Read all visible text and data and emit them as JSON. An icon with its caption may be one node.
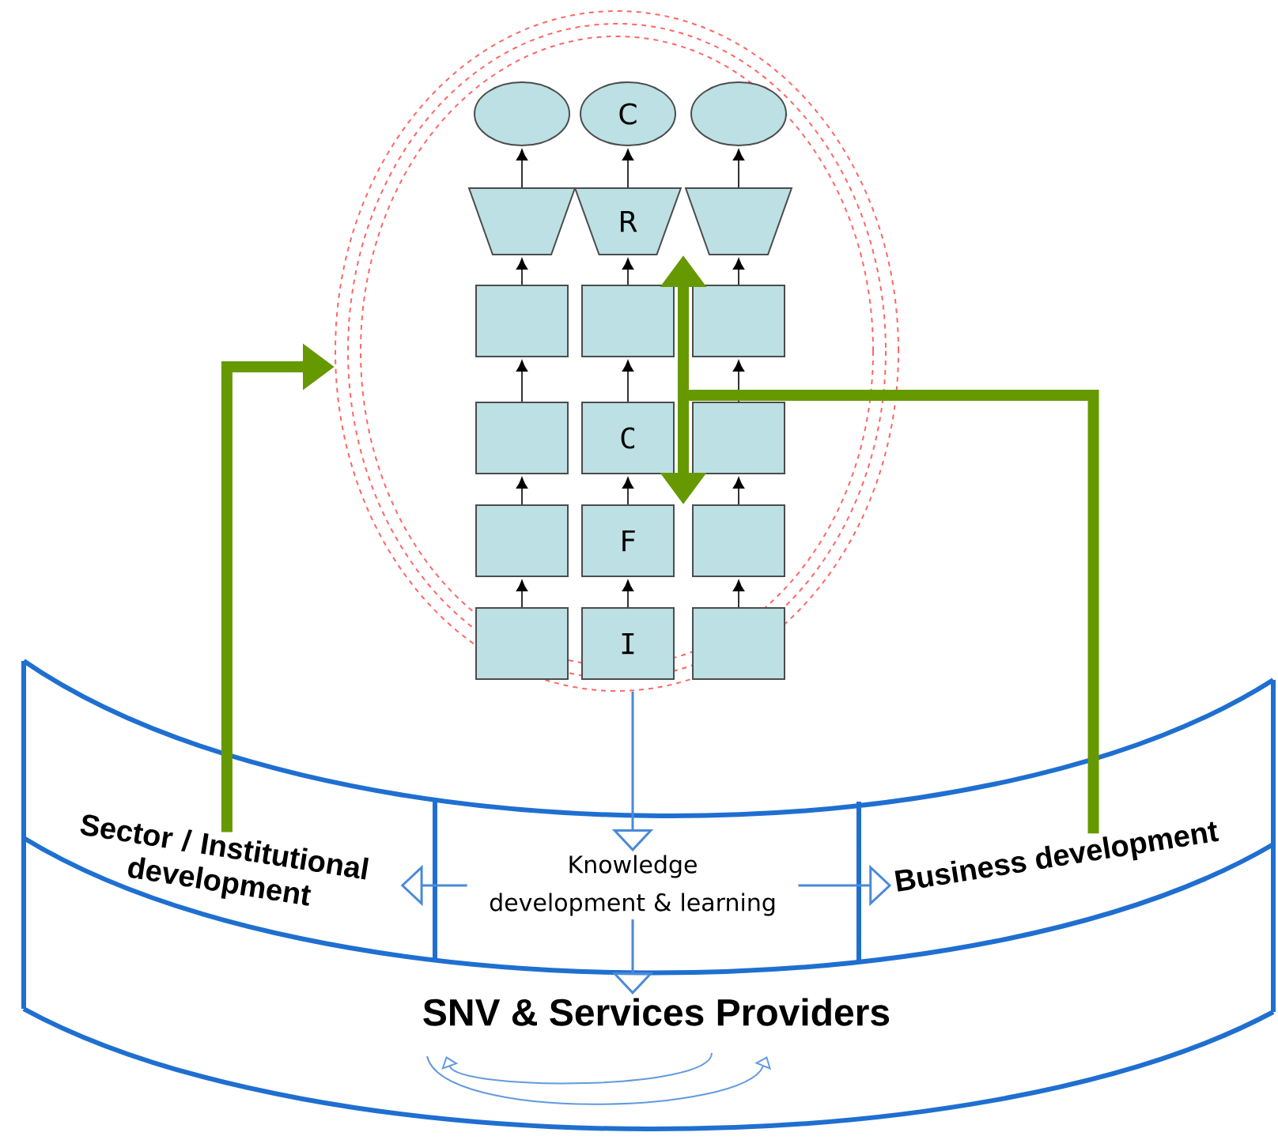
{
  "diagram": {
    "nodes": [
      {
        "text": [],
        "shape": "ellipse"
      },
      {
        "text": [],
        "shape": "ellipse",
        "in": 0
      },
      {
        "text": [
          "C"
        ],
        "in": 0
      },
      {
        "text": [],
        "shape": "ellipse",
        "in": 0
      },
      {
        "text": [],
        "shape": "trapezoid",
        "in": 0
      },
      {
        "text": [
          "R"
        ],
        "in": 0
      },
      {
        "text": [],
        "shape": "trapezoid",
        "in": 0
      },
      {
        "text": [],
        "shape": "box",
        "in": 0
      },
      {
        "text": [],
        "shape": "box",
        "in": 0
      },
      {
        "text": [],
        "shape": "box",
        "in": 0
      },
      {
        "text": [],
        "shape": "box",
        "in": 0
      },
      {
        "text": [
          "C"
        ],
        "in": 0
      },
      {
        "text": [],
        "shape": "box",
        "in": 0
      },
      {
        "text": [],
        "shape": "box",
        "in": 0
      },
      {
        "text": [
          "F"
        ],
        "in": 0
      },
      {
        "text": [],
        "shape": "box",
        "in": 0
      },
      {
        "text": [],
        "shape": "box",
        "in": 0
      },
      {
        "text": [
          "I"
        ],
        "in": 0
      },
      {
        "text": [],
        "shape": "box",
        "in": 0
      },
      {
        "text": [
          "Sector / Institutional development"
        ]
      },
      {
        "text": [
          "Knowledge development & learning"
        ]
      },
      {
        "text": [
          "Business development"
        ]
      },
      {
        "text": [
          "SNV & Services Providers"
        ]
      }
    ],
    "edges": [
      {
        "from": 4,
        "to": 1,
        "arrow": "to"
      },
      {
        "from": 5,
        "to": 2,
        "arrow": "to"
      },
      {
        "from": 6,
        "to": 3,
        "arrow": "to"
      },
      {
        "from": 7,
        "to": 4,
        "arrow": "to"
      },
      {
        "from": 8,
        "to": 5,
        "arrow": "to"
      },
      {
        "from": 9,
        "to": 6,
        "arrow": "to"
      },
      {
        "from": 10,
        "to": 7,
        "arrow": "to"
      },
      {
        "from": 11,
        "to": 8,
        "arrow": "to"
      },
      {
        "from": 12,
        "to": 9,
        "arrow": "to"
      },
      {
        "from": 13,
        "to": 10,
        "arrow": "to"
      },
      {
        "from": 14,
        "to": 11,
        "arrow": "to"
      },
      {
        "from": 15,
        "to": 12,
        "arrow": "to"
      },
      {
        "from": 16,
        "to": 13,
        "arrow": "to"
      },
      {
        "from": 17,
        "to": 14,
        "arrow": "to"
      },
      {
        "from": 18,
        "to": 15,
        "arrow": "to"
      },
      {
        "from": 19,
        "to": 0,
        "arrow": "to",
        "style": "thick",
        "color": "#669900"
      },
      {
        "from": 21,
        "to": 11,
        "arrow": "none",
        "style": "thick",
        "color": "#669900"
      },
      {
        "from": 5,
        "to": 14,
        "arrow": "both",
        "style": "thick",
        "color": "#669900"
      },
      {
        "from": 0,
        "to": 20,
        "arrow": "to",
        "color": "#4a8ad8"
      },
      {
        "from": 20,
        "to": 19,
        "arrow": "to",
        "color": "#4a8ad8"
      },
      {
        "from": 20,
        "to": 21,
        "arrow": "to",
        "color": "#4a8ad8"
      },
      {
        "from": 20,
        "to": 22,
        "arrow": "to",
        "color": "#4a8ad8"
      }
    ]
  }
}
